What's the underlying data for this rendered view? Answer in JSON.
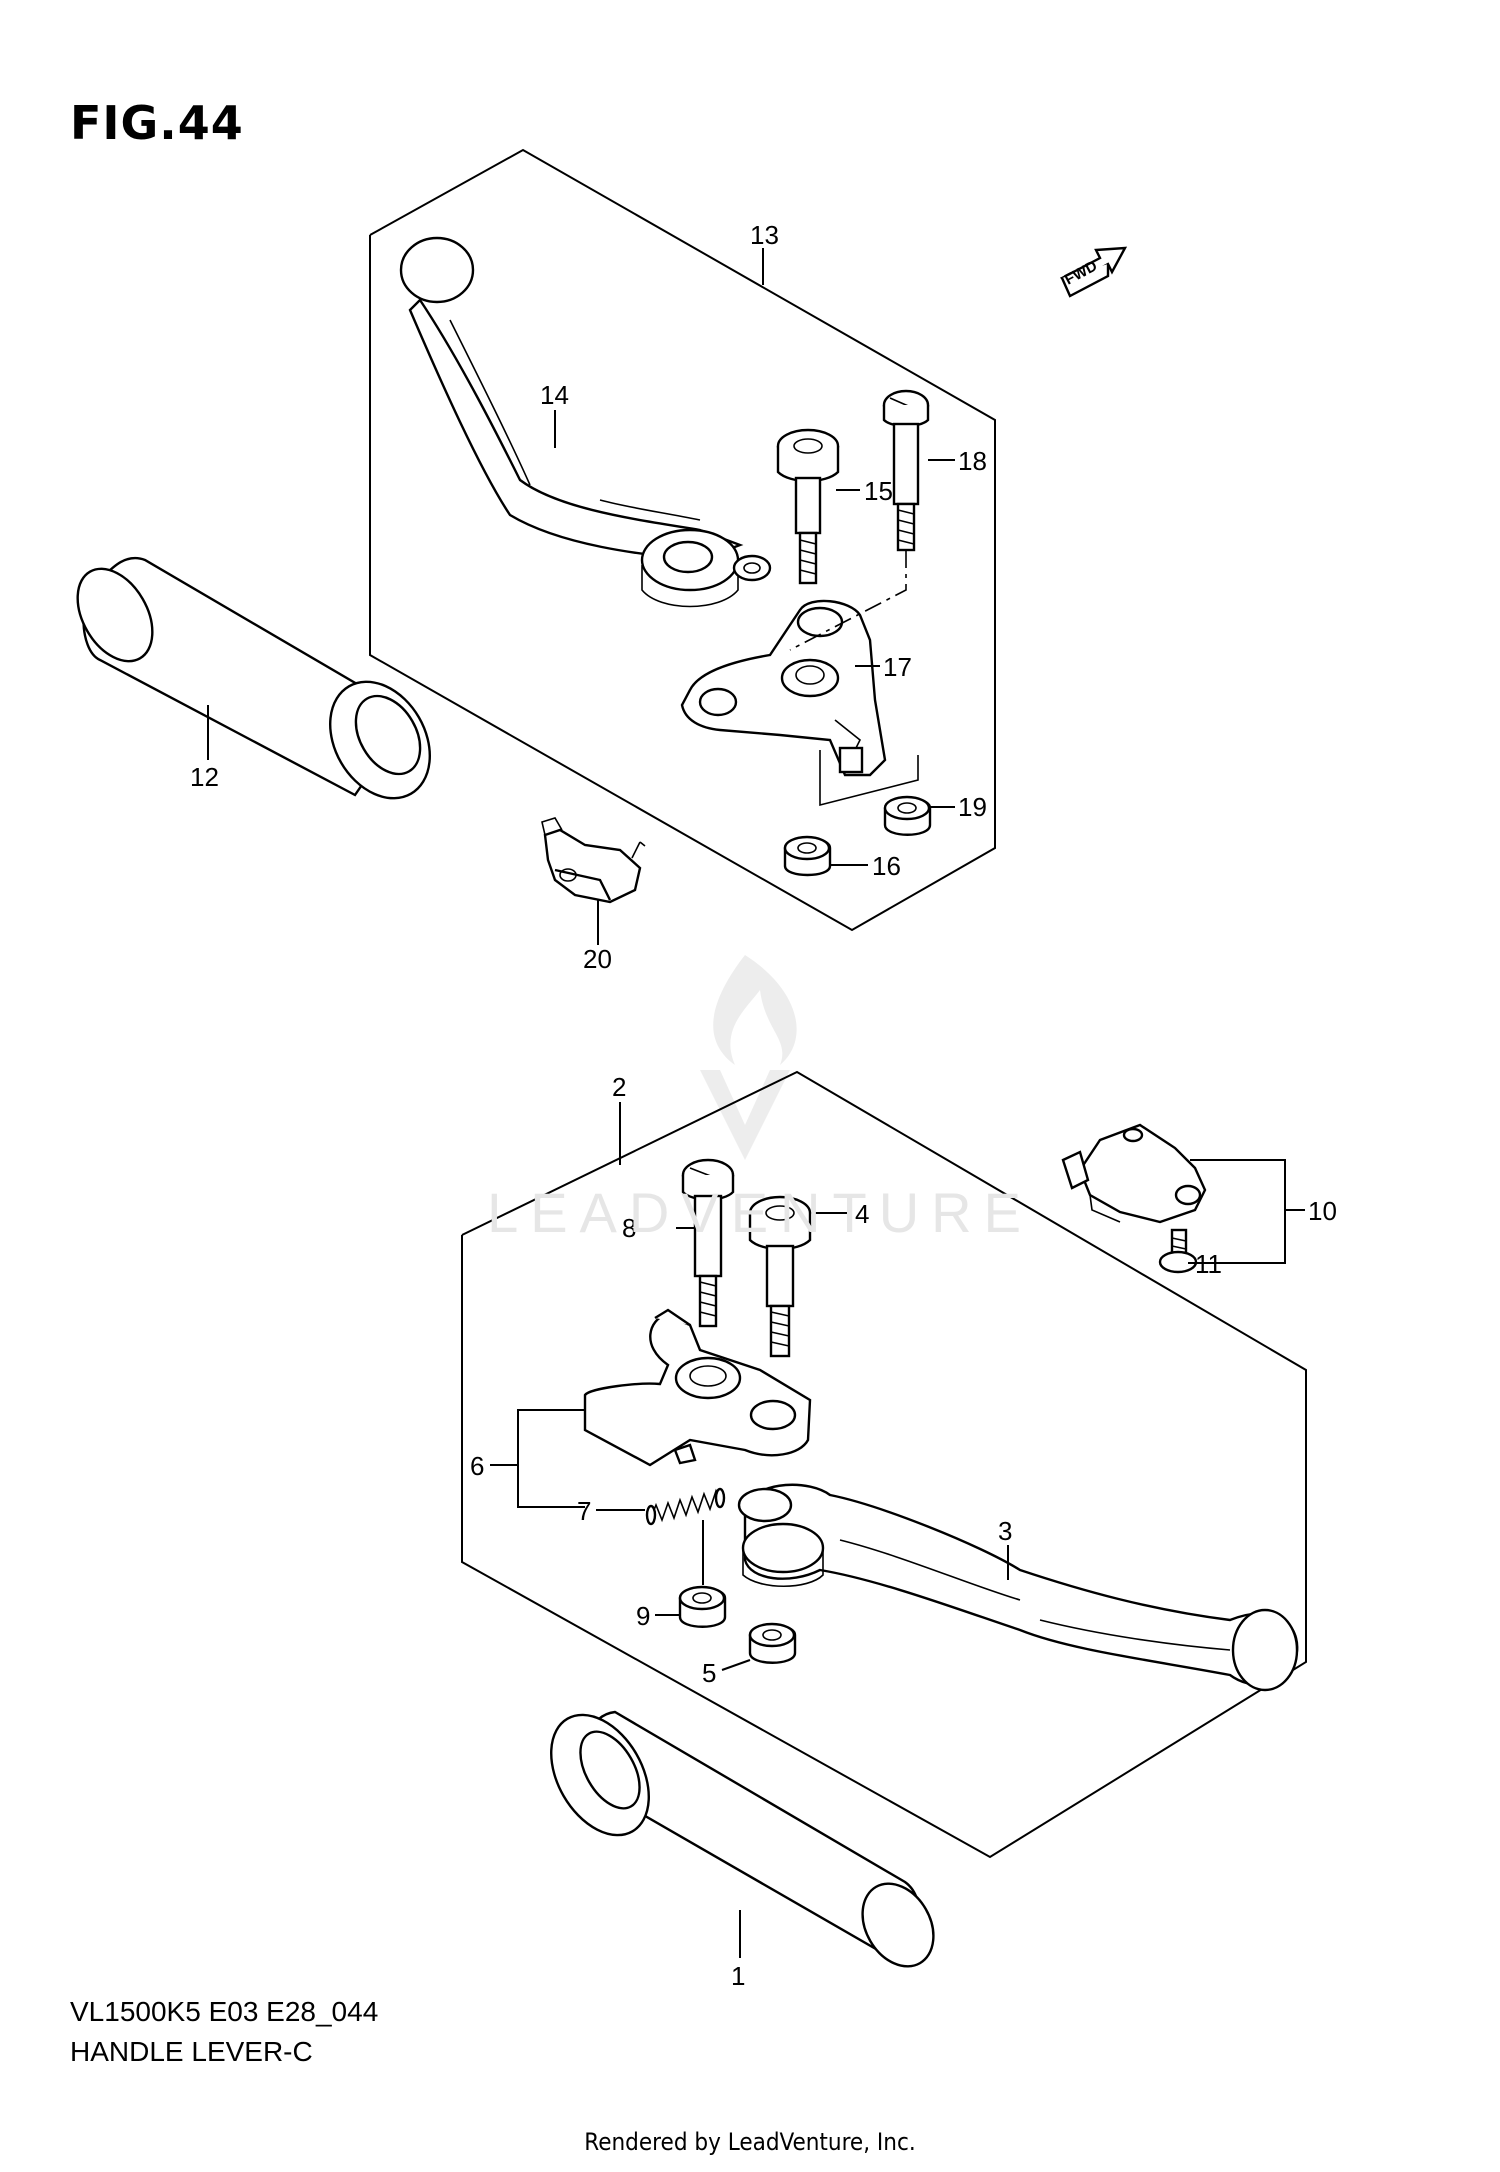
{
  "figure": {
    "title": "FIG.44",
    "model_code": "VL1500K5 E03 E28_044",
    "diagram_name": "HANDLE LEVER-C",
    "footer": "Rendered by LeadVenture, Inc.",
    "watermark": "LEADVENTURE",
    "fwd_label": "FWD"
  },
  "callouts": {
    "c1": "1",
    "c2": "2",
    "c3": "3",
    "c4": "4",
    "c5": "5",
    "c6": "6",
    "c7": "7",
    "c8": "8",
    "c9": "9",
    "c10": "10",
    "c11": "11",
    "c12": "12",
    "c13": "13",
    "c14": "14",
    "c15": "15",
    "c16": "16",
    "c17": "17",
    "c18": "18",
    "c19": "19",
    "c20": "20"
  },
  "colors": {
    "line": "#000000",
    "background": "#ffffff",
    "watermark": "#e6e6e6"
  }
}
